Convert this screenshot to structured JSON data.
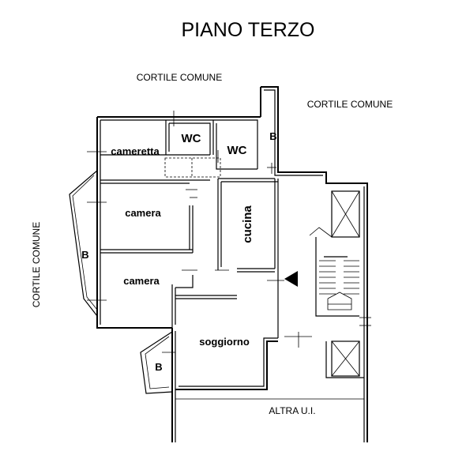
{
  "title": "PIANO TERZO",
  "labels": {
    "cortile_top": "CORTILE COMUNE",
    "cortile_right": "CORTILE COMUNE",
    "cortile_left": "CORTILE COMUNE",
    "altra_ui": "ALTRA U.I."
  },
  "rooms": {
    "cameretta": "cameretta",
    "wc1": "WC",
    "wc2": "WC",
    "b_top": "B",
    "camera1": "camera",
    "camera2": "camera",
    "cucina": "cucina",
    "b_left": "B",
    "soggiorno": "soggiorno",
    "b_bottom": "B"
  }
}
